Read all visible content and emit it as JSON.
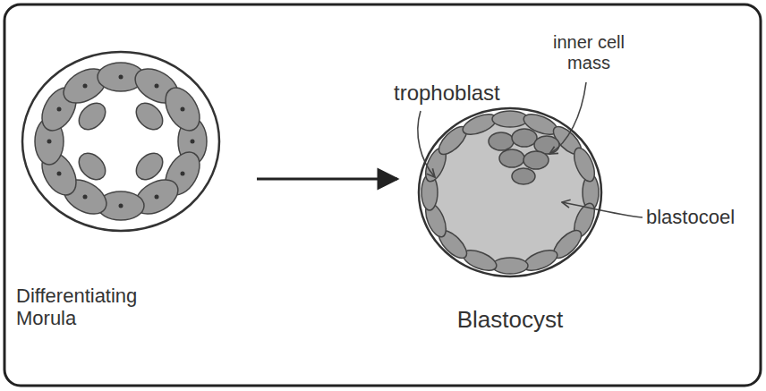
{
  "diagram": {
    "nodes": [
      {
        "text": [
          "Differentiating Morula"
        ]
      },
      {
        "text": [
          "Blastocyst"
        ]
      }
    ],
    "edges": [
      {
        "from": 0,
        "to": 1,
        "arrow": "to"
      }
    ],
    "labels": [
      "trophoblast",
      "inner cell mass",
      "blastocoel"
    ]
  }
}
